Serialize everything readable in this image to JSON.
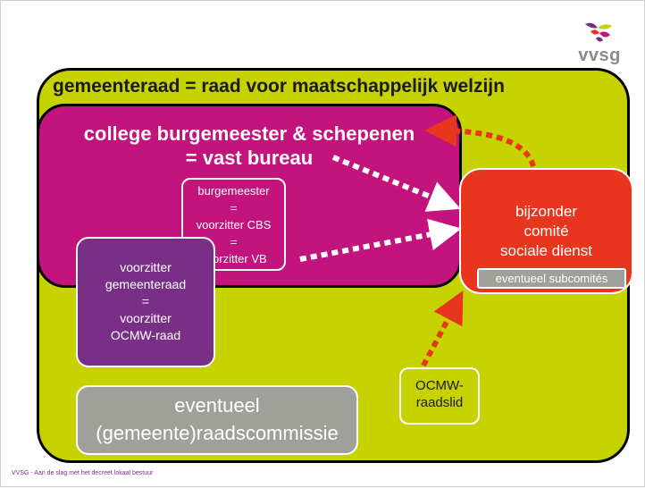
{
  "council": {
    "title": "gemeenteraad = raad voor maatschappelijk welzijn"
  },
  "college": {
    "line1": "college burgemeester & schepenen",
    "line2": "= vast bureau"
  },
  "mayor": {
    "lines": [
      "burgemeester",
      "=",
      "voorzitter CBS",
      "=",
      "voorzitter VB"
    ]
  },
  "chair": {
    "lines": [
      "voorzitter",
      "gemeenteraad",
      "=",
      "voorzitter",
      "OCMW-raad"
    ]
  },
  "committee": {
    "lines": [
      "eventueel",
      "(gemeente)raadscommissie"
    ]
  },
  "special": {
    "lines": [
      "bijzonder",
      "comité",
      "sociale dienst"
    ],
    "sub": "eventueel subcomités"
  },
  "member": {
    "lines": [
      "OCMW-",
      "raadslid"
    ]
  },
  "logo": {
    "text": "vvsg",
    "colors": [
      "#7a2f87",
      "#c7d300",
      "#e8351e",
      "#c2147c"
    ]
  },
  "footer": {
    "text": "VVSG - Aan de slag met het decreet lokaal bestuur"
  },
  "colors": {
    "council": "#c7d300",
    "college": "#c2147c",
    "chair": "#7a2f87",
    "committee": "#a0a09a",
    "special": "#e8351e",
    "arrow_white": "#ffffff",
    "arrow_red": "#e8351e"
  }
}
